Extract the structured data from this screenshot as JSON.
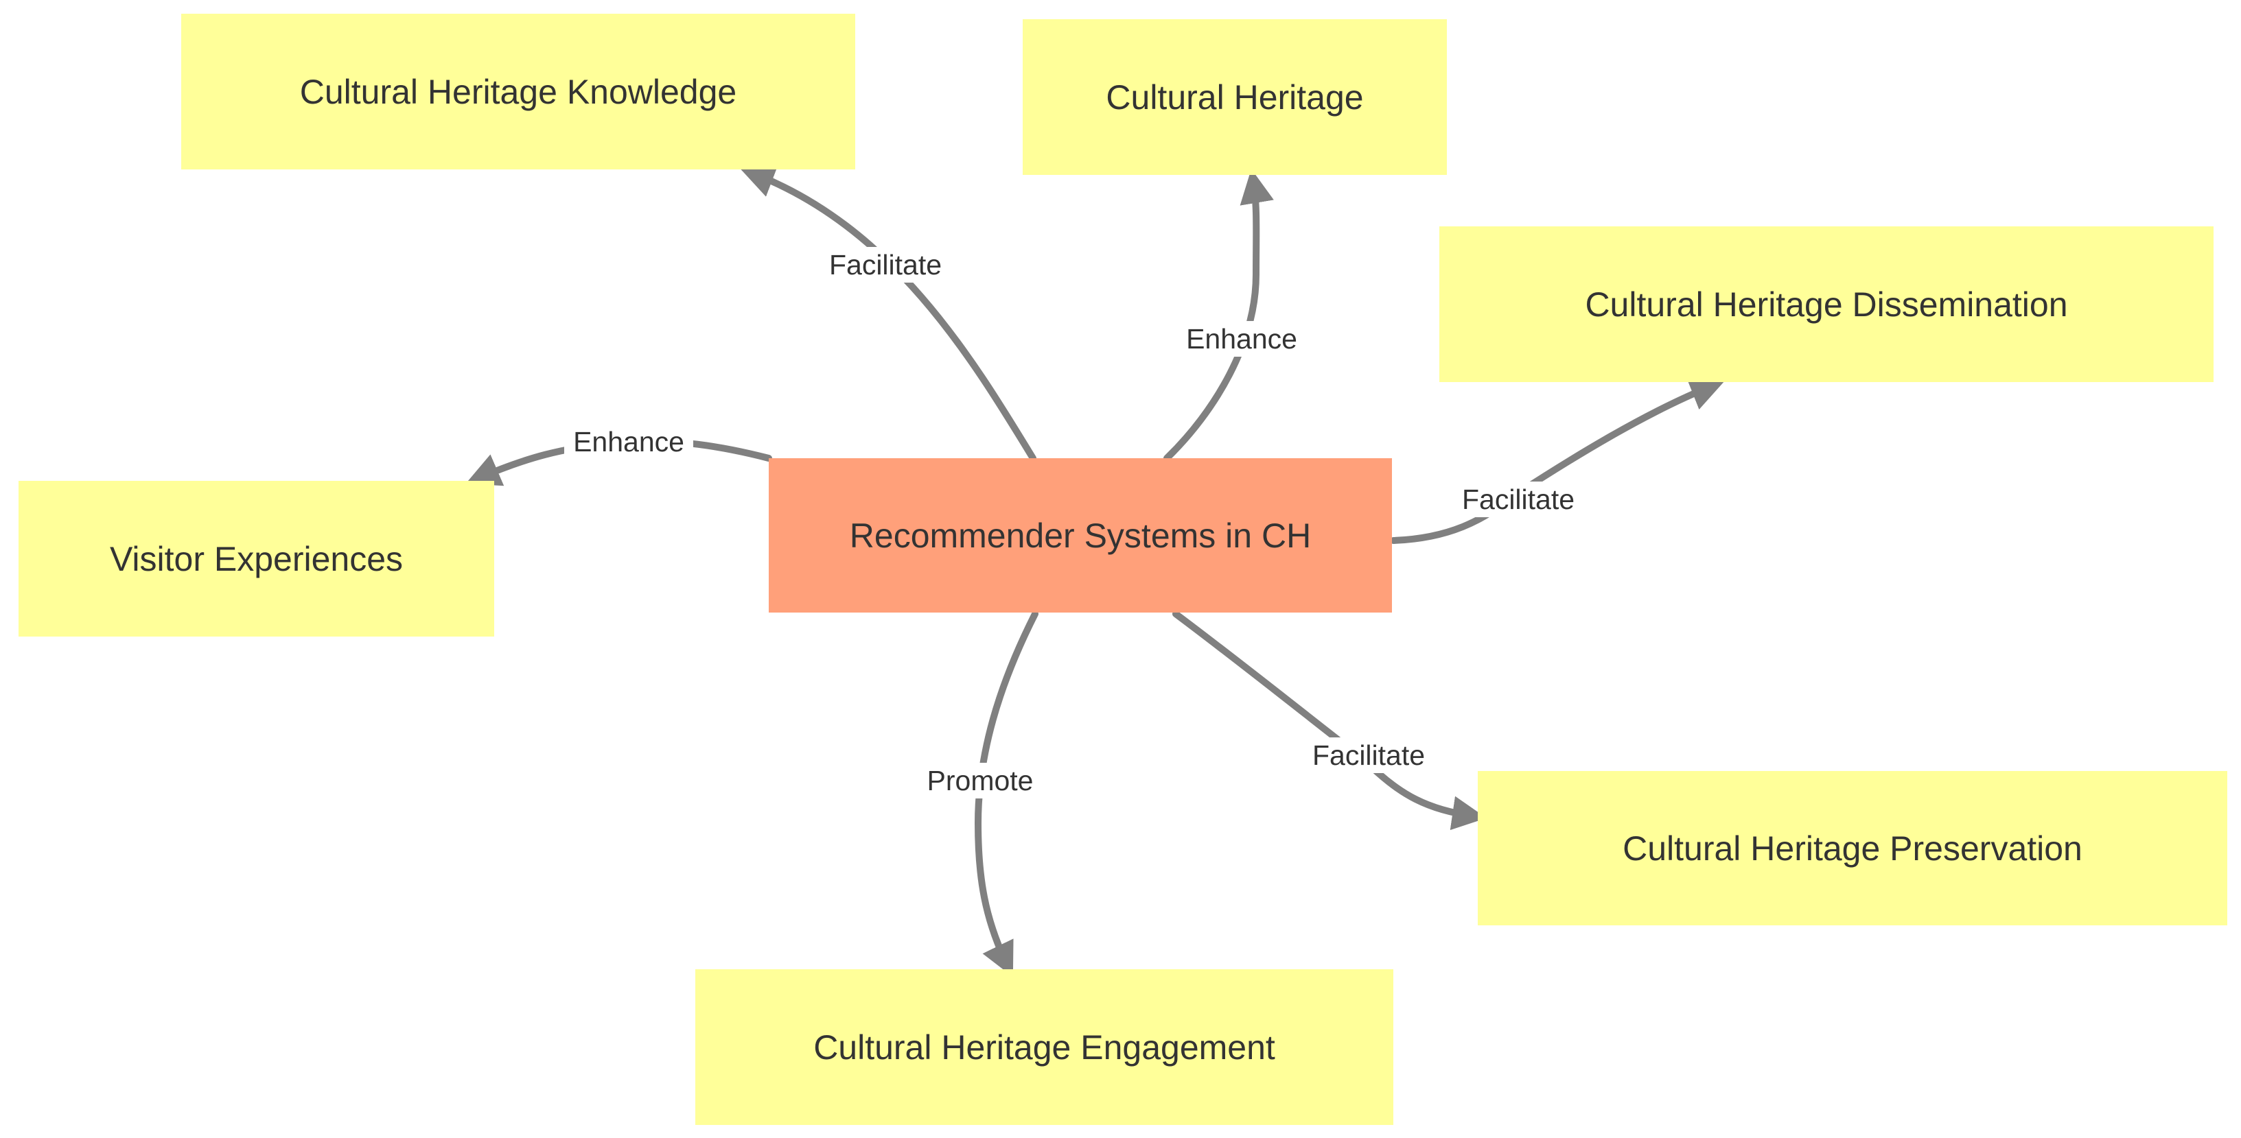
{
  "diagram": {
    "hub": {
      "label": "Recommender Systems in CH",
      "color": "#ffa07a"
    },
    "nodes": {
      "knowledge": {
        "label": "Cultural Heritage Knowledge",
        "color": "#ffff99"
      },
      "heritage": {
        "label": "Cultural Heritage",
        "color": "#ffff99"
      },
      "dissemination": {
        "label": "Cultural Heritage Dissemination",
        "color": "#ffff99"
      },
      "visitor": {
        "label": "Visitor Experiences",
        "color": "#ffff99"
      },
      "preservation": {
        "label": "Cultural Heritage Preservation",
        "color": "#ffff99"
      },
      "engagement": {
        "label": "Cultural Heritage Engagement",
        "color": "#ffff99"
      }
    },
    "edges": [
      {
        "from": "hub",
        "to": "knowledge",
        "label": "Facilitate"
      },
      {
        "from": "hub",
        "to": "heritage",
        "label": "Enhance"
      },
      {
        "from": "hub",
        "to": "dissemination",
        "label": "Facilitate"
      },
      {
        "from": "hub",
        "to": "visitor",
        "label": "Enhance"
      },
      {
        "from": "hub",
        "to": "preservation",
        "label": "Facilitate"
      },
      {
        "from": "hub",
        "to": "engagement",
        "label": "Promote"
      }
    ],
    "edge_color": "#808080"
  }
}
